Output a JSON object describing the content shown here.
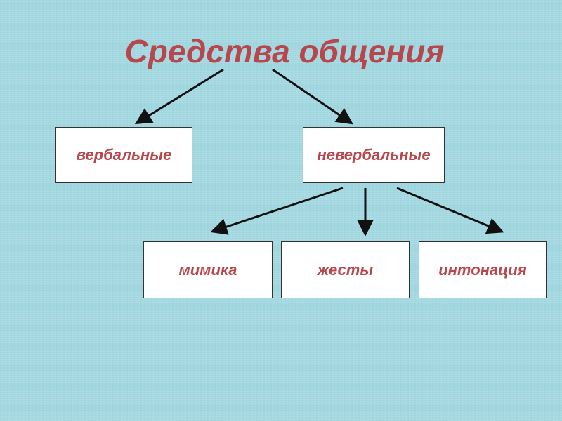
{
  "title": "Средства общения",
  "nodes": {
    "verbal": "вербальные",
    "nonverbal": "невербальные",
    "mimicry": "мимика",
    "gestures": "жесты",
    "intonation": "интонация"
  },
  "colors": {
    "text": "#b8474d",
    "background": "#a3d8e1",
    "arrow": "#111111"
  }
}
